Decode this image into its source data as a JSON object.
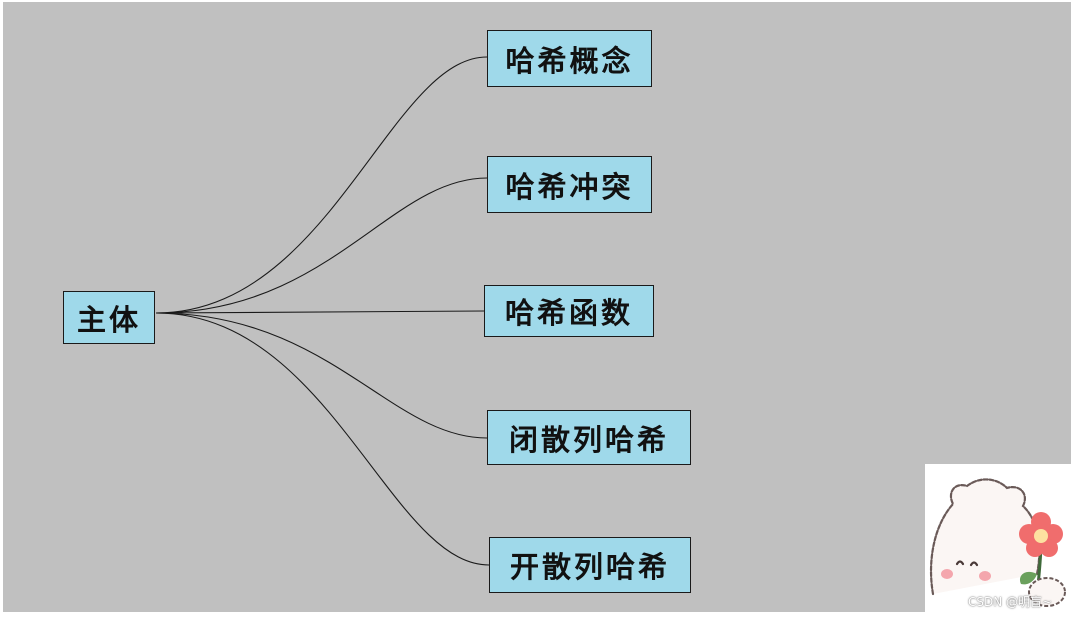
{
  "diagram": {
    "root": {
      "label": "主体"
    },
    "branches": [
      {
        "label": "哈希概念"
      },
      {
        "label": "哈希冲突"
      },
      {
        "label": "哈希函数"
      },
      {
        "label": "闭散列哈希"
      },
      {
        "label": "开散列哈希"
      }
    ]
  },
  "colors": {
    "background": "#c0c0c0",
    "node_fill": "#9fd9ea",
    "node_border": "#1a1a1a",
    "connector": "#1a1a1a"
  },
  "watermark": {
    "text": "CSDN @明盲~"
  },
  "sticker": {
    "icon": "bear-with-flower-sticker"
  }
}
